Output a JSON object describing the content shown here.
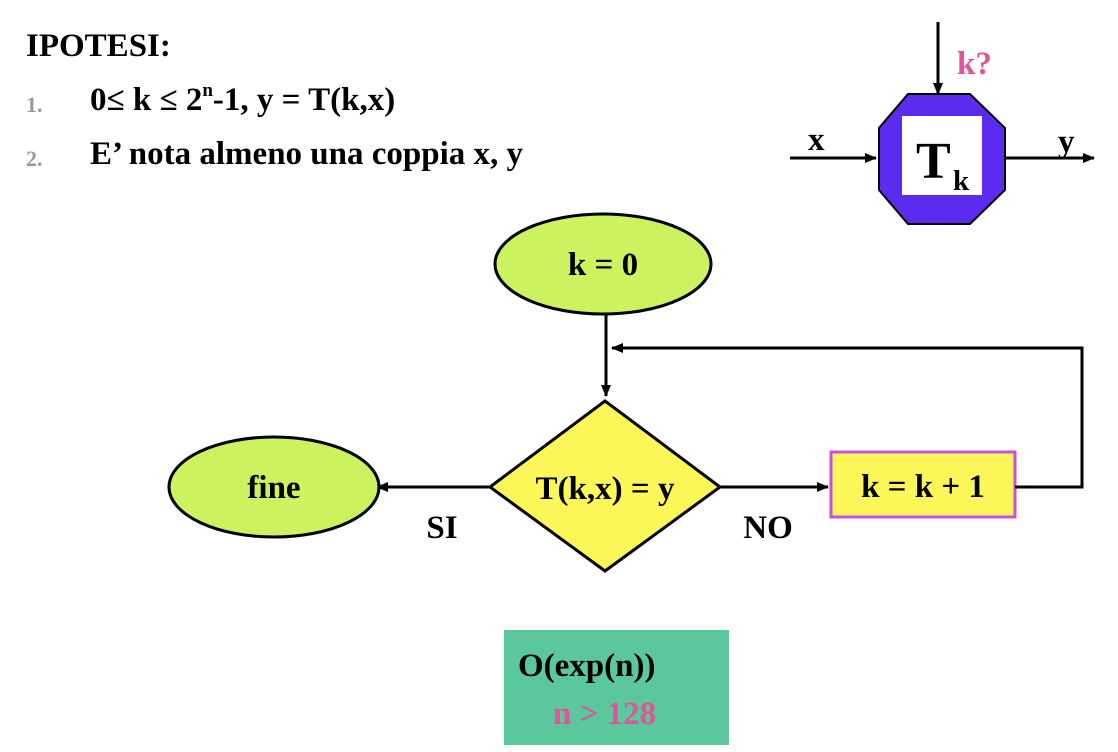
{
  "title": "IPOTESI:",
  "hypotheses": [
    {
      "num": "1.",
      "text_pre": "0≤ k ≤ 2",
      "sup": "n",
      "text_post": "-1, y = T(k,x)"
    },
    {
      "num": "2.",
      "text": "E’ nota almeno una coppia x, y"
    }
  ],
  "block": {
    "key_label": "k?",
    "input_label": "x",
    "output_label": "y",
    "main_letter": "T",
    "subscript": "k"
  },
  "flowchart": {
    "start": "k = 0",
    "decision": "T(k,x) = y",
    "process": "k = k + 1",
    "end": "fine",
    "yes_label": "SI",
    "no_label": "NO"
  },
  "complexity": {
    "line1": "O(exp(n))",
    "line2": "n > 128"
  },
  "colors": {
    "ellipse_fill": "#ccf35f",
    "decision_fill": "#fbf759",
    "process_fill": "#fbf759",
    "process_border": "#c84fe0",
    "octagon_fill": "#5b2cf0",
    "key_color": "#e0559a",
    "complexity_fill": "#5bc79c"
  },
  "icons": {
    "arrowhead": "triangle-arrowhead-icon"
  }
}
